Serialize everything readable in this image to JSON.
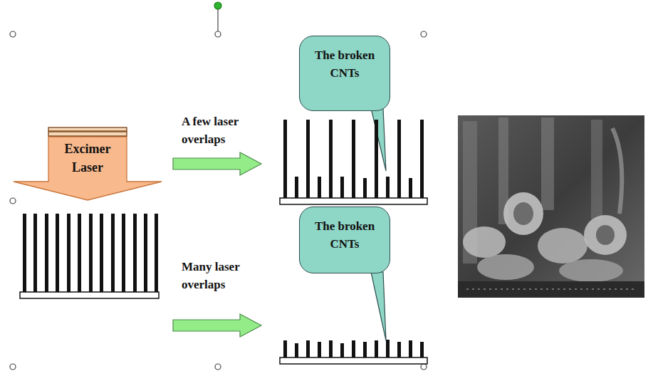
{
  "diagram": {
    "nodes": [
      {
        "text": [
          "Excimer Laser"
        ]
      },
      {
        "text": [
          "The broken CNTs"
        ]
      },
      {
        "text": [
          "The broken CNTs"
        ]
      }
    ],
    "labels": [
      "A few laser overlaps",
      "Many laser overlaps"
    ]
  }
}
